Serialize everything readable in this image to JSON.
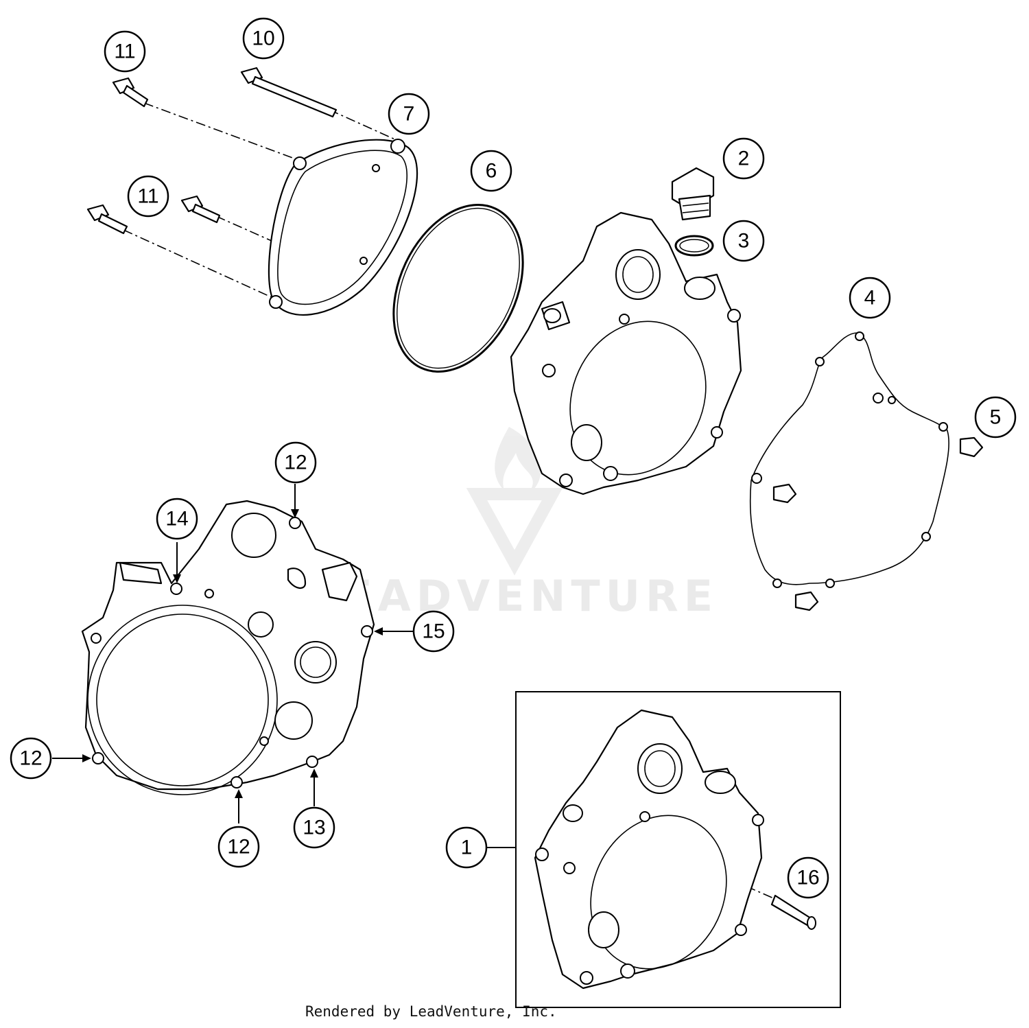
{
  "watermark": {
    "text": "LEADVENTURE"
  },
  "credit": "Rendered by LeadVenture, Inc.",
  "callouts": [
    {
      "label": "11"
    },
    {
      "label": "10"
    },
    {
      "label": "7"
    },
    {
      "label": "6"
    },
    {
      "label": "2"
    },
    {
      "label": "3"
    },
    {
      "label": "11"
    },
    {
      "label": "4"
    },
    {
      "label": "5"
    },
    {
      "label": "12"
    },
    {
      "label": "14"
    },
    {
      "label": "15"
    },
    {
      "label": "12"
    },
    {
      "label": "12"
    },
    {
      "label": "13"
    },
    {
      "label": "1"
    },
    {
      "label": "16"
    }
  ]
}
